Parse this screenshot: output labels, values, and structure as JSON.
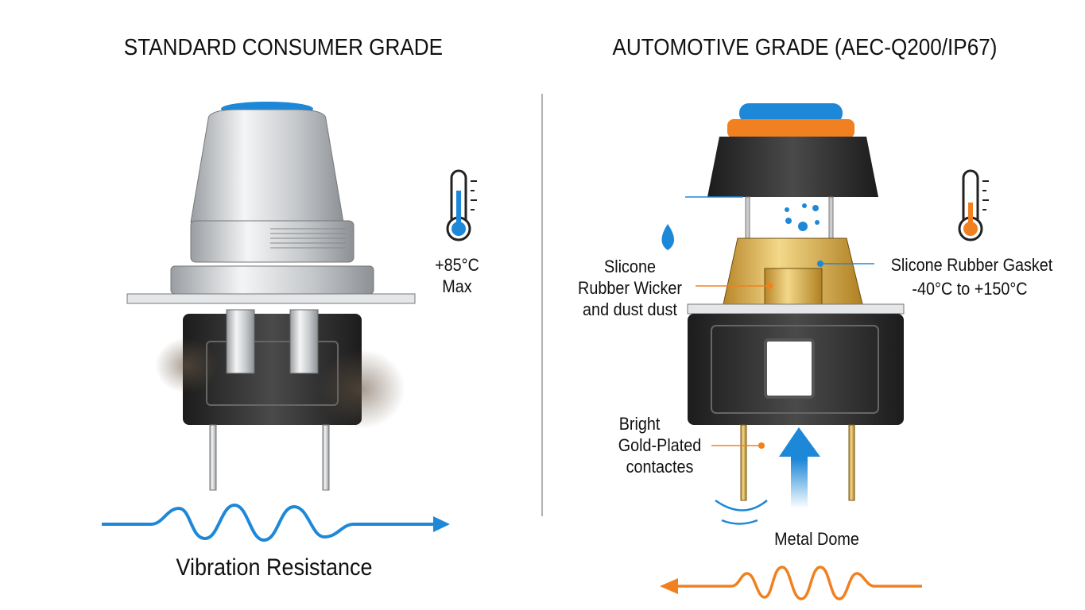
{
  "left": {
    "title": "STANDARD CONSUMER GRADE",
    "temp_value": "+85°C",
    "temp_note": "Max",
    "caption": "Vibration Resistance"
  },
  "right": {
    "title": "AUTOMOTIVE GRADE (AEC-Q200/IP67)",
    "wicker_label": [
      "Slicone",
      "Rubber Wicker",
      "and dust dust"
    ],
    "gasket_label": "Slicone Rubber Gasket",
    "temp_range": "-40°C to +150°C",
    "contacts_label": [
      "Bright",
      "Gold-Plated",
      "contactes"
    ],
    "dome_label": "Metal Dome"
  },
  "colors": {
    "blue": "#1e88d8",
    "orange": "#f08020",
    "gold": "#c9a030",
    "black": "#2a2a2a"
  }
}
